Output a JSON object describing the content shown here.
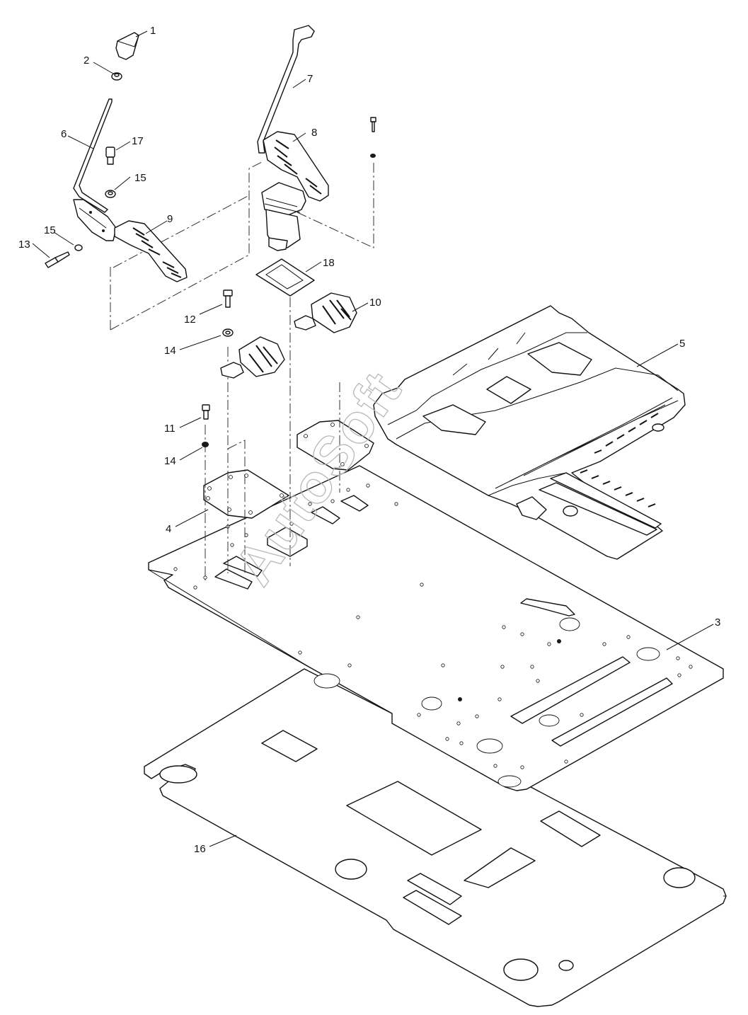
{
  "watermark": "AutoSoft",
  "callouts": [
    {
      "id": "c1",
      "label": "1"
    },
    {
      "id": "c2",
      "label": "2"
    },
    {
      "id": "c3",
      "label": "3"
    },
    {
      "id": "c4",
      "label": "4"
    },
    {
      "id": "c5",
      "label": "5"
    },
    {
      "id": "c6",
      "label": "6"
    },
    {
      "id": "c7",
      "label": "7"
    },
    {
      "id": "c8",
      "label": "8"
    },
    {
      "id": "c9",
      "label": "9"
    },
    {
      "id": "c10",
      "label": "10"
    },
    {
      "id": "c11",
      "label": "11"
    },
    {
      "id": "c12",
      "label": "12"
    },
    {
      "id": "c13",
      "label": "13"
    },
    {
      "id": "c14a",
      "label": "14"
    },
    {
      "id": "c14b",
      "label": "14"
    },
    {
      "id": "c15a",
      "label": "15"
    },
    {
      "id": "c15b",
      "label": "15"
    },
    {
      "id": "c16",
      "label": "16"
    },
    {
      "id": "c17",
      "label": "17"
    },
    {
      "id": "c18",
      "label": "18"
    }
  ]
}
